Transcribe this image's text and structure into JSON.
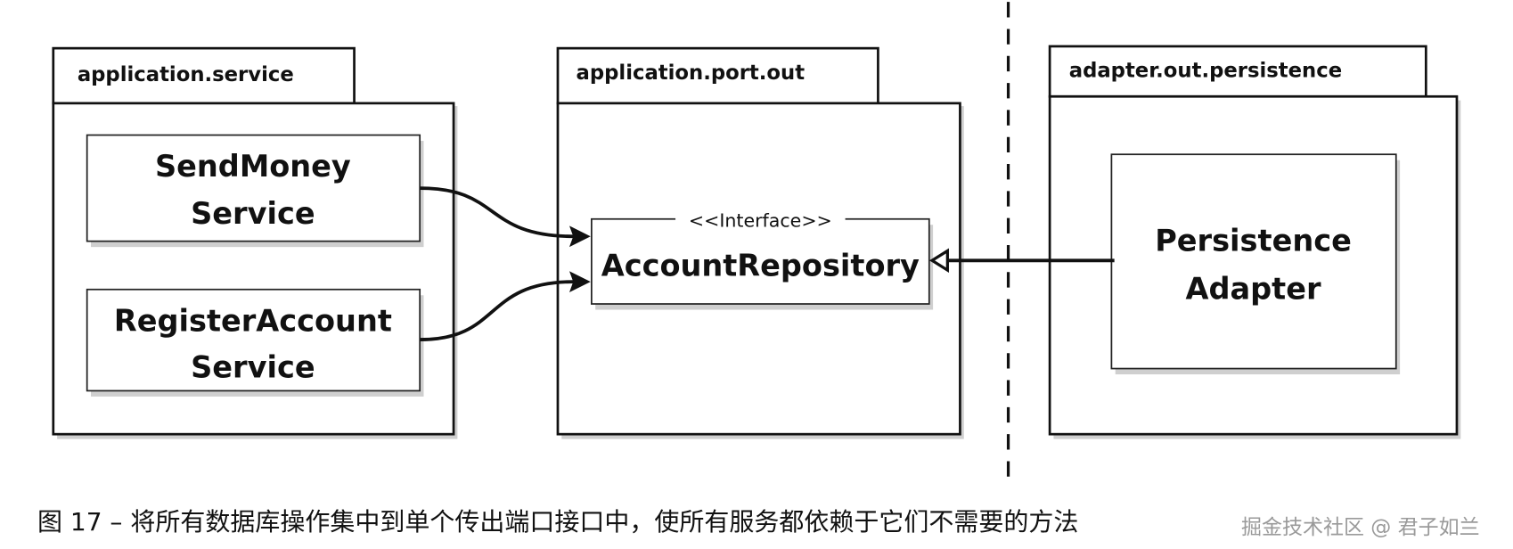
{
  "packages": [
    {
      "name": "application.service"
    },
    {
      "name": "application.port.out"
    },
    {
      "name": "adapter.out.persistence"
    }
  ],
  "classes": {
    "send_money": {
      "line1": "SendMoney",
      "line2": "Service"
    },
    "register_account": {
      "line1": "RegisterAccount",
      "line2": "Service"
    },
    "account_repository": {
      "stereotype": "<<Interface>>",
      "name": "AccountRepository"
    },
    "persistence_adapter": {
      "line1": "Persistence",
      "line2": "Adapter"
    }
  },
  "caption": "图 17 – 将所有数据库操作集中到单个传出端口接口中，使所有服务都依赖于它们不需要的方法",
  "watermark": "掘金技术社区 @ 君子如兰"
}
